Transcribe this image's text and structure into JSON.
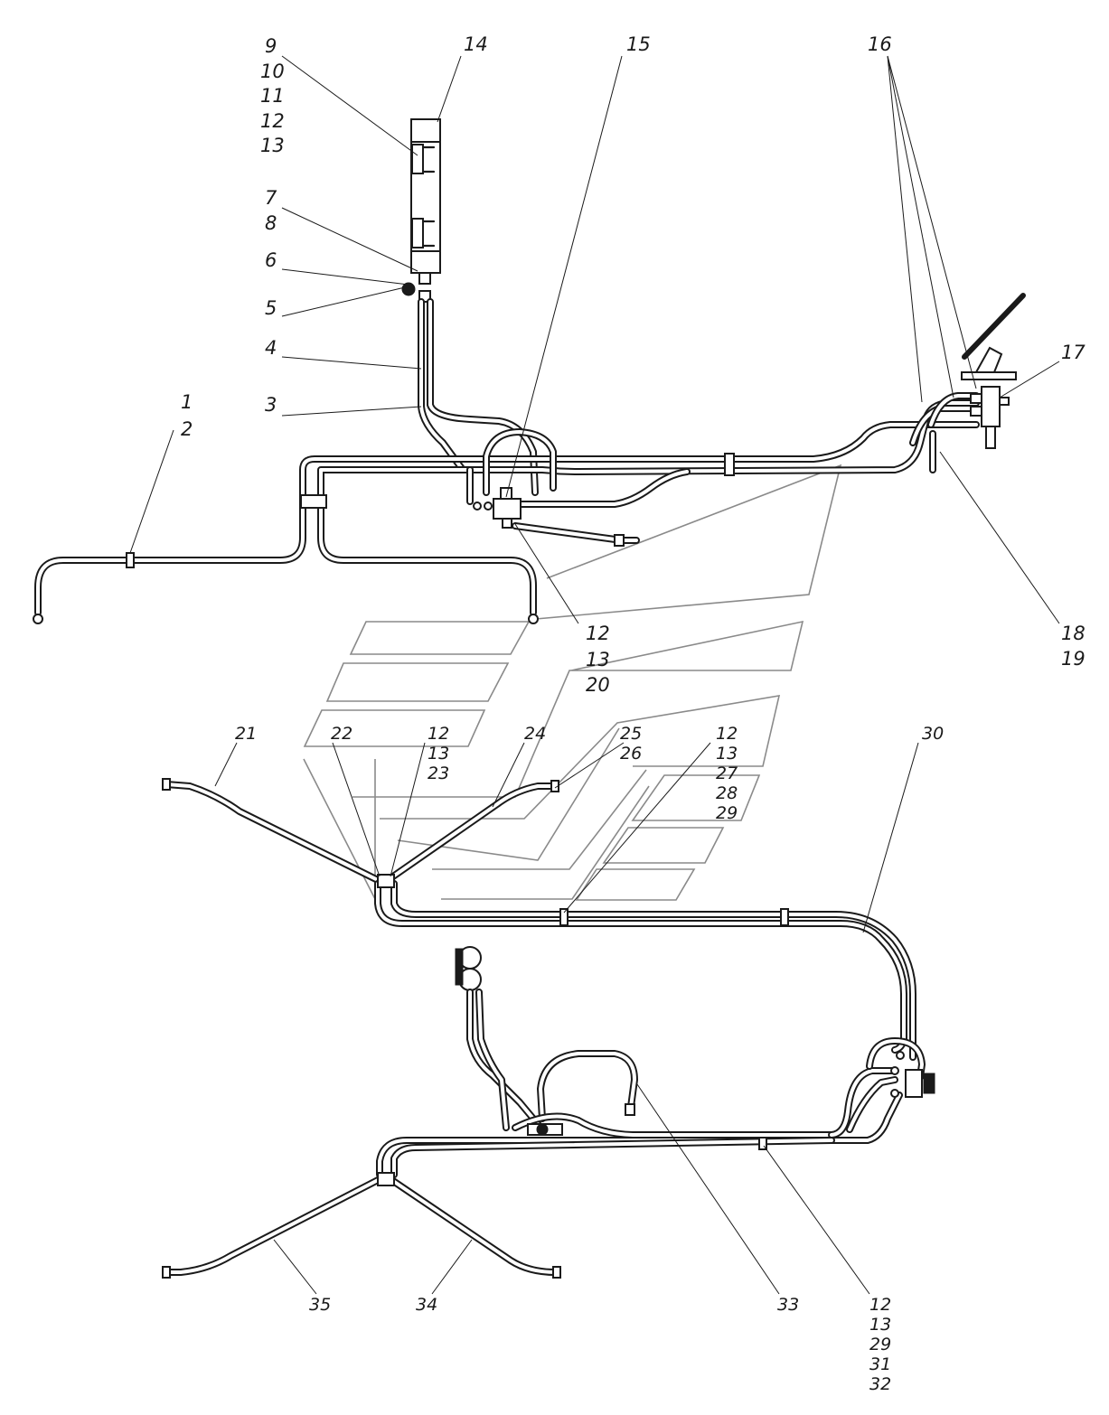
{
  "colors": {
    "line": "#1a1a1a",
    "ghost": "#8a8a8a",
    "background": "#ffffff"
  },
  "callouts": {
    "c1": "1",
    "c2": "2",
    "c3": "3",
    "c4": "4",
    "c5": "5",
    "c6": "6",
    "c7": "7",
    "c8": "8",
    "c9": "9",
    "c10": "10",
    "c11": "11",
    "c12a": "12",
    "c13a": "13",
    "c14": "14",
    "c15": "15",
    "c16": "16",
    "c17": "17",
    "c18": "18",
    "c19": "19",
    "c12b": "12",
    "c13b": "13",
    "c20": "20",
    "c21": "21",
    "c22": "22",
    "c12c": "12",
    "c13c": "13",
    "c23": "23",
    "c24": "24",
    "c25": "25",
    "c26": "26",
    "c12d": "12",
    "c13d": "13",
    "c27": "27",
    "c28": "28",
    "c29a": "29",
    "c30": "30",
    "c33": "33",
    "c34": "34",
    "c35": "35",
    "c12e": "12",
    "c13e": "13",
    "c29b": "29",
    "c31": "31",
    "c32": "32"
  }
}
